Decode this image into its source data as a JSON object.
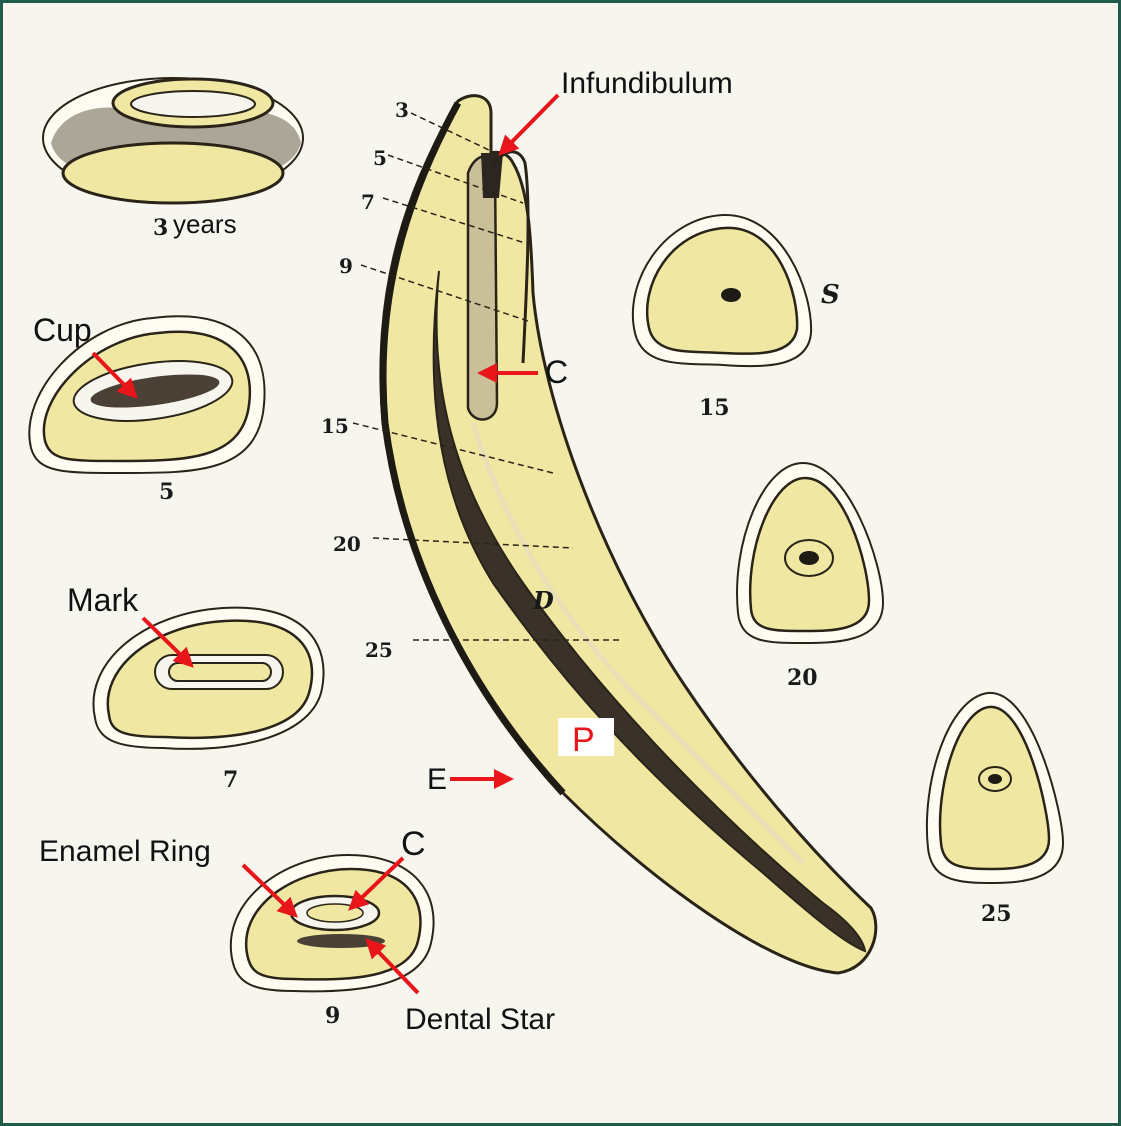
{
  "colors": {
    "background": "#f6f5ee",
    "border": "#1f5a4b",
    "dentine": "#f0e8a2",
    "outline": "#2a2418",
    "pulp": "#3a3228",
    "arrow": "#e8151a"
  },
  "sections": {
    "s3": {
      "number": "3",
      "unit": "years"
    },
    "s5": {
      "number": "5"
    },
    "s7": {
      "number": "7"
    },
    "s9": {
      "number": "9"
    },
    "s15": {
      "number": "15"
    },
    "s20": {
      "number": "20"
    },
    "s25": {
      "number": "25"
    }
  },
  "tooth_levels": [
    "3",
    "5",
    "7",
    "9",
    "15",
    "20",
    "25"
  ],
  "labels": {
    "infundibulum": "Infundibulum",
    "cup": "Cup",
    "mark": "Mark",
    "enamel_ring": "Enamel Ring",
    "c_top": "C",
    "c_bottom": "C",
    "dental_star": "Dental Star",
    "e": "E",
    "p": "P",
    "d": "D",
    "s": "S"
  }
}
